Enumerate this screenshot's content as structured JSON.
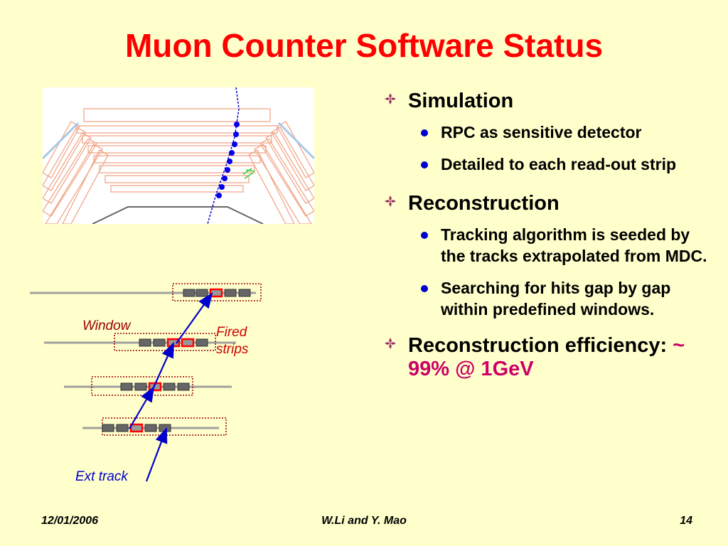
{
  "title": "Muon Counter Software Status",
  "figure": {
    "label_window": "Window",
    "label_fired_line1": "Fired",
    "label_fired_line2": "strips",
    "label_ext": "Ext track"
  },
  "bullets": [
    {
      "text": "Simulation",
      "sub": [
        "RPC as sensitive detector",
        "Detailed to each read-out strip"
      ]
    },
    {
      "text": "Reconstruction",
      "sub": [
        "Tracking algorithm is seeded by the tracks extrapolated from MDC.",
        "Searching for hits gap by gap within predefined windows."
      ]
    },
    {
      "text": "Reconstruction efficiency:",
      "accent": "~ 99% @ 1GeV",
      "sub": []
    }
  ],
  "footer": {
    "date": "12/01/2006",
    "authors": "W.Li and Y. Mao",
    "page": "14"
  },
  "colors": {
    "background": "#FFFFCC",
    "title": "#FF0000",
    "accent": "#CC0066",
    "bullet": "#0000CC",
    "fired_strip": "#FF0000",
    "track": "#0000CC"
  }
}
